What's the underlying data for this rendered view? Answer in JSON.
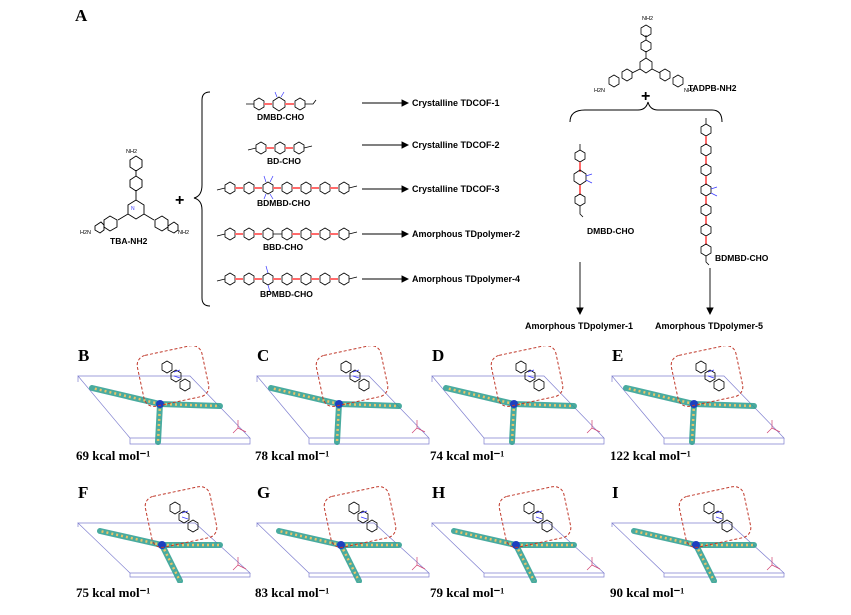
{
  "panel_a": {
    "letter": "A",
    "plus_left": "+",
    "plus_right": "+",
    "core_left": {
      "name": "TBA-NH2",
      "nh2_top": "NH2",
      "nh2_left": "H2N",
      "nh2_right": "NH2"
    },
    "core_right": {
      "name": "TADPB-NH2",
      "nh2_top": "NH2",
      "nh2_left": "H2N",
      "nh2_right": "NH2"
    },
    "linkers": [
      {
        "name": "DMBD-CHO",
        "product": "Crystalline TDCOF-1"
      },
      {
        "name": "BD-CHO",
        "product": "Crystalline TDCOF-2"
      },
      {
        "name": "BDMBD-CHO",
        "product": "Crystalline TDCOF-3"
      },
      {
        "name": "BBD-CHO",
        "product": "Amorphous TDpolymer-2"
      },
      {
        "name": "BPMBD-CHO",
        "product": "Amorphous TDpolymer-4"
      }
    ],
    "right_branch": [
      {
        "name": "DMBD-CHO",
        "product": "Amorphous TDpolymer-1"
      },
      {
        "name": "BDMBD-CHO",
        "product": "Amorphous TDpolymer-5"
      }
    ]
  },
  "structures": [
    {
      "letter": "B",
      "energy": "69 kcal mol⁻¹"
    },
    {
      "letter": "C",
      "energy": "78 kcal mol⁻¹"
    },
    {
      "letter": "D",
      "energy": "74 kcal mol⁻¹"
    },
    {
      "letter": "E",
      "energy": "122 kcal mol⁻¹"
    },
    {
      "letter": "F",
      "energy": "75 kcal mol⁻¹"
    },
    {
      "letter": "G",
      "energy": "83 kcal mol⁻¹"
    },
    {
      "letter": "H",
      "energy": "79 kcal mol⁻¹"
    },
    {
      "letter": "I",
      "energy": "90 kcal mol⁻¹"
    }
  ],
  "colors": {
    "ink": "#000000",
    "alkyne": "#ff6b6b",
    "heteroatom": "#3a3aff",
    "dashed_box": "#c0392b",
    "cell_edges": "#8080d0",
    "framework_teal": "#2a9d8f",
    "framework_yellow": "#e9c46a",
    "framework_blue": "#1d3fbf"
  }
}
